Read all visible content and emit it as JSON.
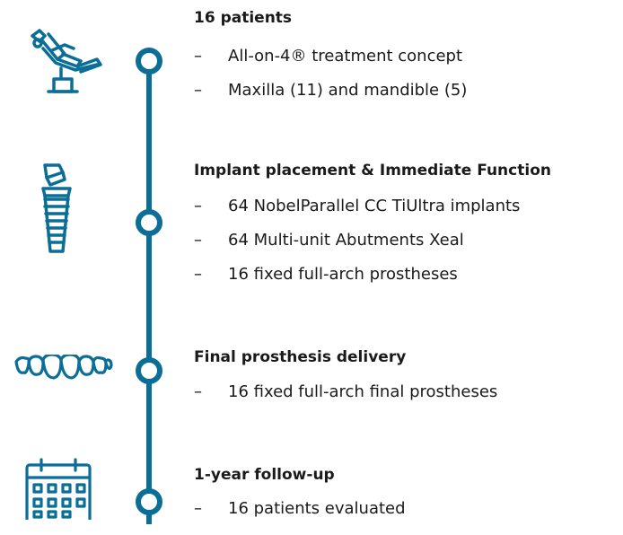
{
  "accent_color": "#0b6e96",
  "steps": [
    {
      "icon": "dental-chair-icon",
      "title": "16 patients",
      "items": [
        "All-on-4® treatment concept",
        "Maxilla (11) and mandible (5)"
      ]
    },
    {
      "icon": "dental-implant-icon",
      "title": "Implant placement & Immediate Function",
      "items": [
        "64 NobelParallel CC TiUltra implants",
        "64 Multi-unit Abutments Xeal",
        "16 fixed full-arch prostheses"
      ]
    },
    {
      "icon": "teeth-arch-icon",
      "title": "Final prosthesis delivery",
      "items": [
        "16 fixed full-arch final prostheses"
      ]
    },
    {
      "icon": "calendar-icon",
      "title": "1-year follow-up",
      "items": [
        "16 patients evaluated"
      ]
    }
  ]
}
